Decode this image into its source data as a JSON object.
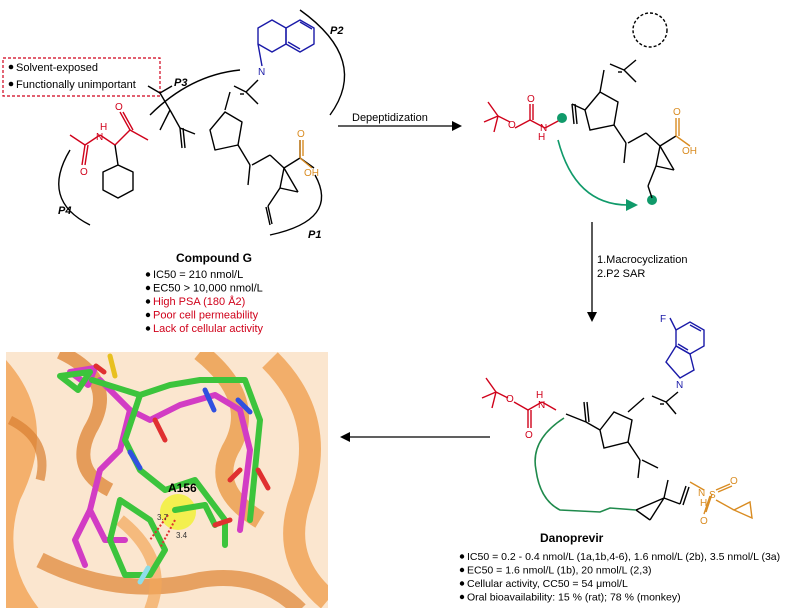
{
  "legend": {
    "items": [
      "Solvent-exposed",
      "Functionally unimportant"
    ],
    "box_color": "#d0021b"
  },
  "pocket_labels": {
    "p1": "P1",
    "p2": "P2",
    "p3": "P3",
    "p4": "P4"
  },
  "compound_g": {
    "name": "Compound G",
    "properties": [
      {
        "text": "IC50 = 210 nmol/L",
        "color": "#000000"
      },
      {
        "text": "EC50 > 10,000 nmol/L",
        "color": "#000000"
      },
      {
        "text": "High PSA (180 Å2)",
        "color": "#d0021b"
      },
      {
        "text": "Poor cell permeability",
        "color": "#d0021b"
      },
      {
        "text": "Lack of cellular activity",
        "color": "#d0021b"
      }
    ]
  },
  "arrows": {
    "step1": "Depeptidization",
    "step2": [
      "1.Macrocyclization",
      "2.P2 SAR"
    ]
  },
  "danoprevir": {
    "name": "Danoprevir",
    "properties": [
      "IC50 = 0.2 - 0.4 nmol/L (1a,1b,4-6), 1.6 nmol/L (2b), 3.5 nmol/L (3a)",
      "EC50 = 1.6 nmol/L (1b), 20 nmol/L (2,3)",
      "Cellular activity, CC50 = 54 μmol/L",
      "Oral bioavailability: 15 % (rat); 78 % (monkey)"
    ]
  },
  "atoms": {
    "n": "N",
    "o": "O",
    "h": "H",
    "oh": "OH",
    "nh": "NH",
    "hn": "HN",
    "f": "F",
    "s": "S"
  },
  "structure": {
    "residue_label": "A156",
    "distance_1": "3.7",
    "distance_2": "3.4"
  },
  "colors": {
    "red": "#d0021b",
    "blue": "#1a1aa8",
    "orange": "#d98c22",
    "green": "#1f8a4c",
    "teal": "#109a6a",
    "protein": "#f2a65a",
    "magenta": "#d23cc4",
    "ligand_green": "#3cc43c"
  }
}
